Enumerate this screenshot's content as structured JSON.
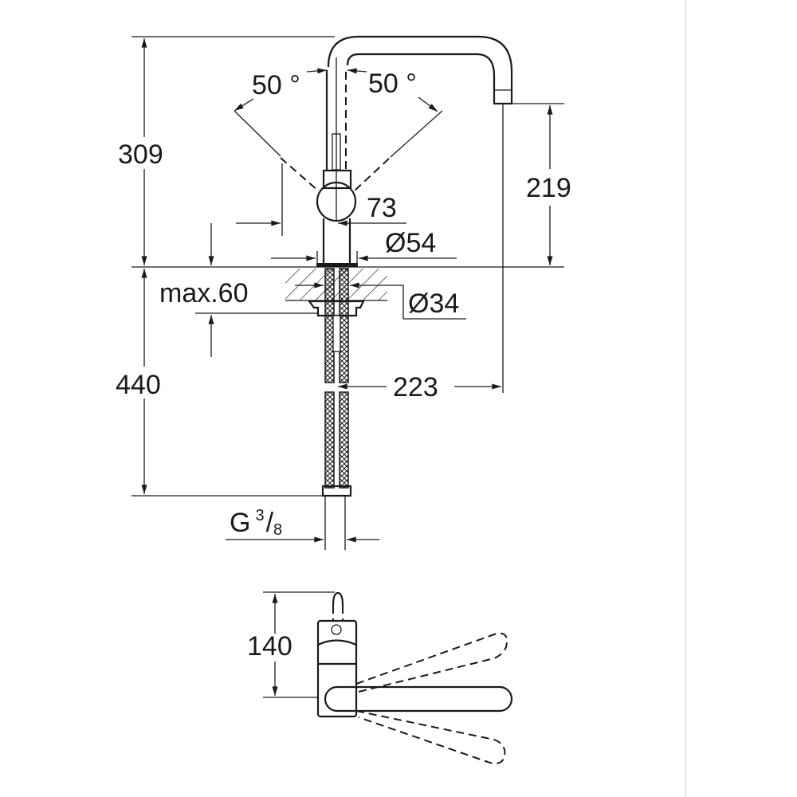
{
  "drawing": {
    "dimensions": {
      "height_total": "309",
      "spout_height": "219",
      "angle_left": "50 °",
      "angle_right": "50 °",
      "lever_offset": "73",
      "base_diameter": "Ø54",
      "hole_diameter": "Ø34",
      "max_thickness": "max.60",
      "hose_length": "440",
      "spout_reach": "223",
      "connection_prefix": "G",
      "connection_num": "3",
      "connection_sep": "/",
      "connection_den": "8",
      "top_view_depth": "140"
    },
    "colors": {
      "line": "#1a1a1a",
      "border": "#d0d0d0"
    }
  }
}
